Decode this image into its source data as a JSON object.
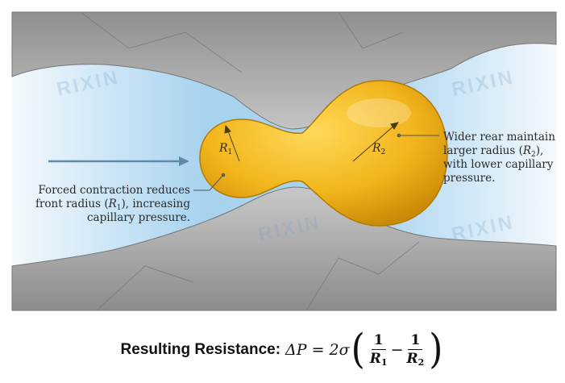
{
  "left_annotation": {
    "line1": "Forced contraction reduces",
    "line2_pre": "front radius (",
    "line2_var": "R",
    "line2_sub": "1",
    "line2_post": "), increasing",
    "line3": "capillary pressure."
  },
  "right_annotation": {
    "line1": "Wider rear maintain",
    "line2_pre": "larger radius (",
    "line2_var": "R",
    "line2_sub": "2",
    "line2_post": "),",
    "line3": "with lower capillary",
    "line4": "pressure."
  },
  "radius_labels": {
    "r1_var": "R",
    "r1_sub": "1",
    "r2_var": "R",
    "r2_sub": "2"
  },
  "formula": {
    "lead": "Resulting Resistance:",
    "lhs": "ΔP = 2σ",
    "open_paren": "(",
    "close_paren": ")",
    "frac1_num": "1",
    "frac1_den_var": "R",
    "frac1_den_sub": "1",
    "minus": "−",
    "frac2_num": "1",
    "frac2_den_var": "R",
    "frac2_den_sub": "2"
  },
  "watermark": "RIXIN",
  "colors": {
    "rock": "#a9a9a9",
    "water": "#bfe0f3",
    "oil": "#f2b51c",
    "arrow": "#5f8aa8"
  }
}
